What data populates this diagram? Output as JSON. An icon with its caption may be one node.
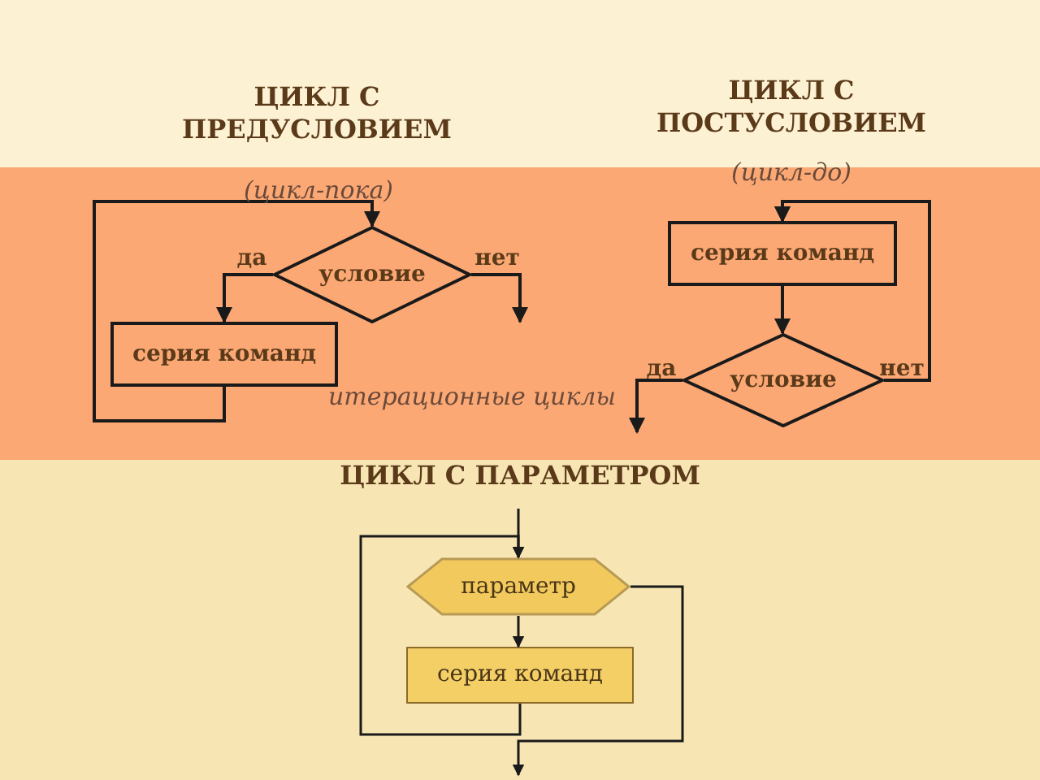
{
  "diagram": {
    "nodes": [
      {
        "text": [
          "итерационные циклы"
        ]
      },
      {
        "text": [
          "условие"
        ],
        "in": 0
      },
      {
        "text": [
          "серия команд"
        ],
        "in": 0
      },
      {
        "text": [
          "серия команд"
        ],
        "in": 0
      },
      {
        "text": [
          "условие"
        ],
        "in": 0
      },
      {
        "text": [
          "параметр"
        ]
      },
      {
        "text": [
          "серия команд"
        ]
      }
    ],
    "edges": [
      {
        "from": 2,
        "to": 1,
        "arrow": "to"
      },
      {
        "from": 1,
        "to": 2,
        "arrow": "to",
        "label": "да"
      },
      {
        "from": 1,
        "to": null,
        "arrow": "to",
        "label": "нет"
      },
      {
        "from": null,
        "to": 3,
        "arrow": "to"
      },
      {
        "from": 3,
        "to": 4,
        "arrow": "to"
      },
      {
        "from": 4,
        "to": 3,
        "arrow": "to",
        "label": "нет"
      },
      {
        "from": 4,
        "to": null,
        "arrow": "to",
        "label": "да"
      },
      {
        "from": null,
        "to": 5,
        "arrow": "to"
      },
      {
        "from": 5,
        "to": 6,
        "arrow": "to"
      },
      {
        "from": 6,
        "to": 5,
        "arrow": "to"
      },
      {
        "from": 5,
        "to": null,
        "arrow": "to"
      }
    ],
    "labels": [
      "ЦИКЛ С ПРЕДУСЛОВИЕМ",
      "ЦИКЛ С ПОСТУСЛОВИЕМ",
      "(цикл-пока)",
      "(цикл-до)",
      "ЦИКЛ С ПАРАМЕТРОМ"
    ]
  }
}
